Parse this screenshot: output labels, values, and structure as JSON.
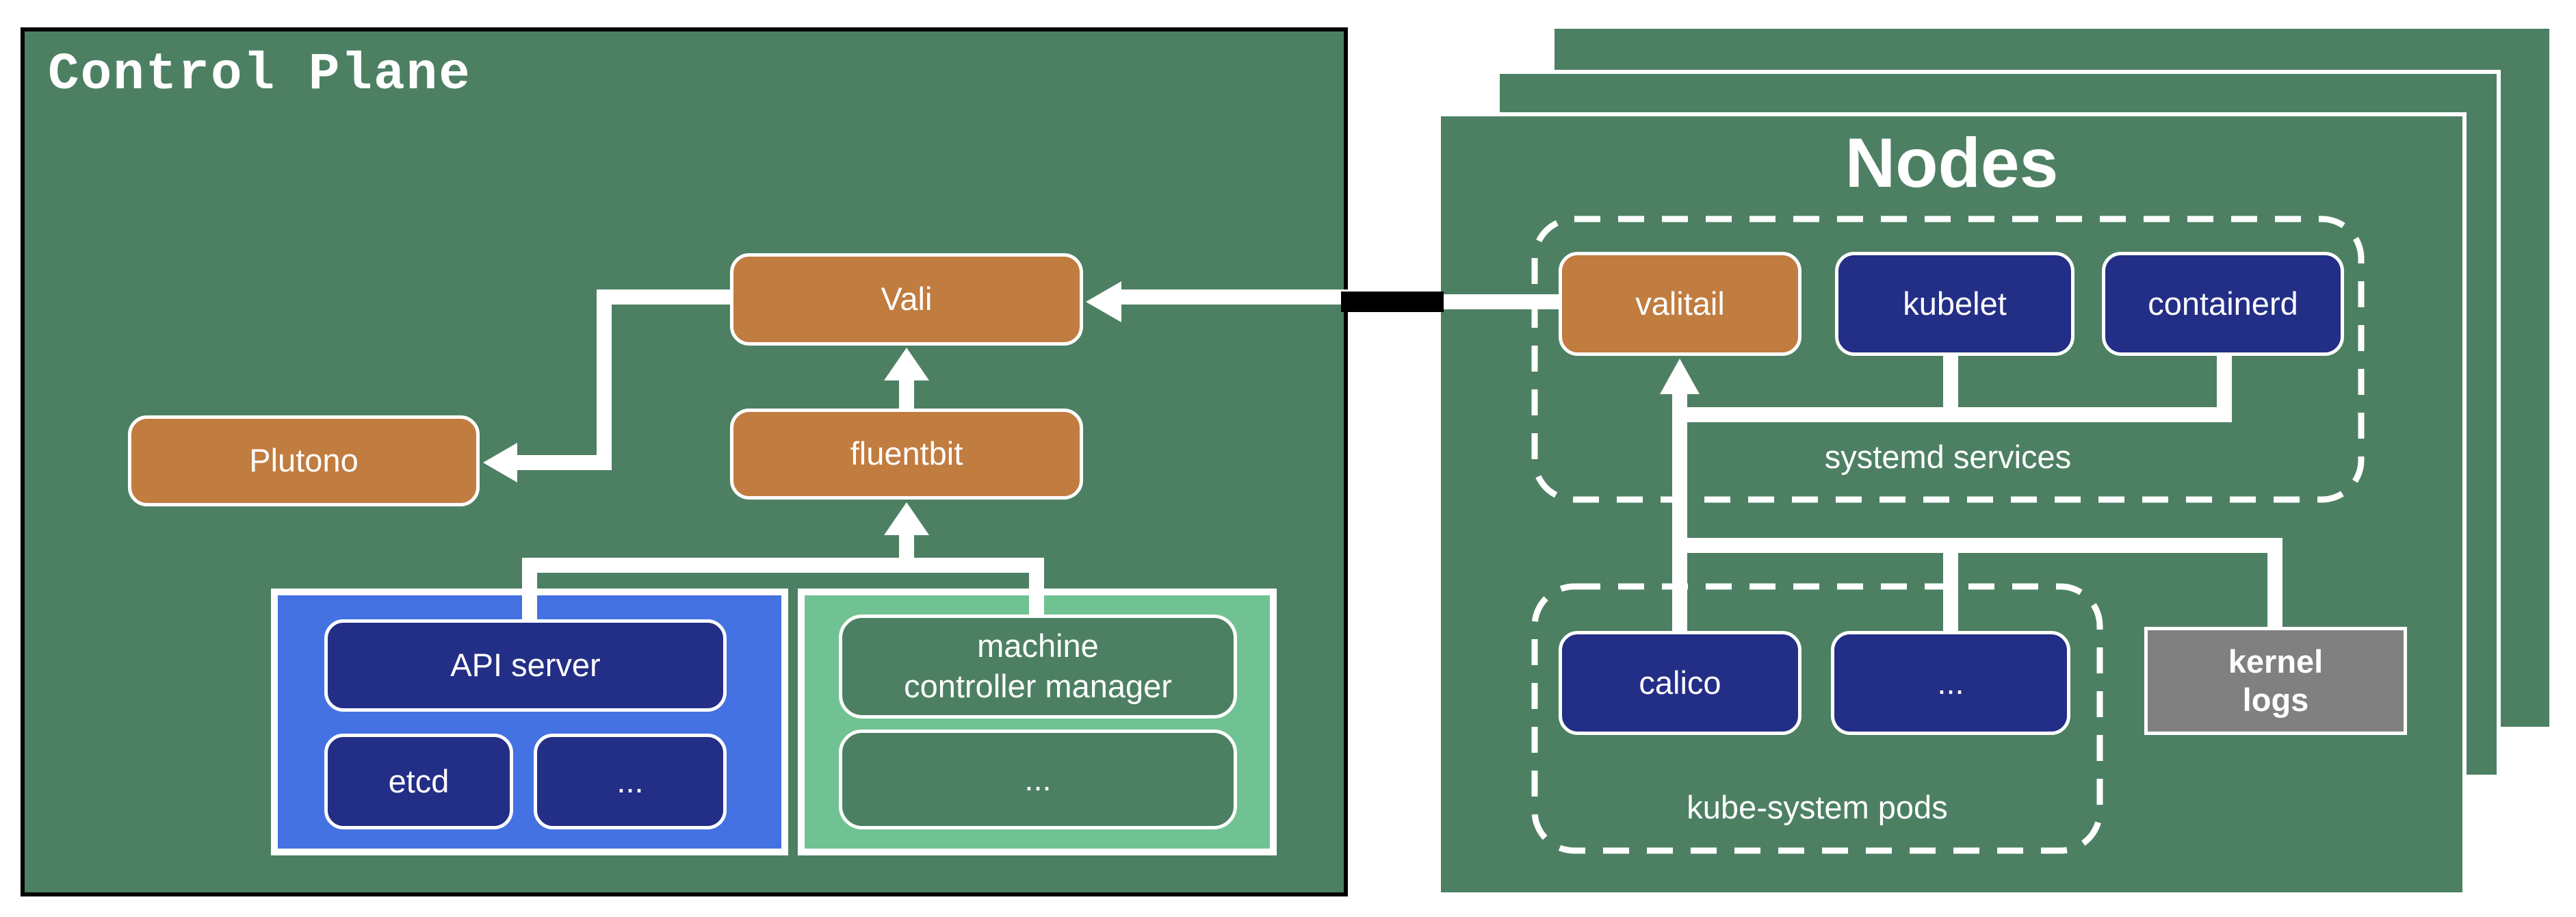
{
  "colors": {
    "page_bg": "#ffffff",
    "panel_green": "#4d8063",
    "light_green": "#71c292",
    "royal_blue": "#4472e2",
    "navy": "#232e86",
    "orange": "#c17c40",
    "gray": "#808080",
    "line": "#ffffff",
    "link_black": "#000000"
  },
  "control_plane": {
    "title": "Control Plane",
    "vali": "Vali",
    "plutono": "Plutono",
    "fluentbit": "fluentbit",
    "api_server": "API server",
    "etcd": "etcd",
    "etcd_sibling": "...",
    "machine_controller_manager": "machine\ncontroller manager",
    "mcm_sibling": "..."
  },
  "nodes": {
    "title": "Nodes",
    "systemd_group_label": "systemd services",
    "valitail": "valitail",
    "kubelet": "kubelet",
    "containerd": "containerd",
    "pods_group_label": "kube-system pods",
    "calico": "calico",
    "pods_sibling": "...",
    "kernel_logs": "kernel\nlogs"
  }
}
